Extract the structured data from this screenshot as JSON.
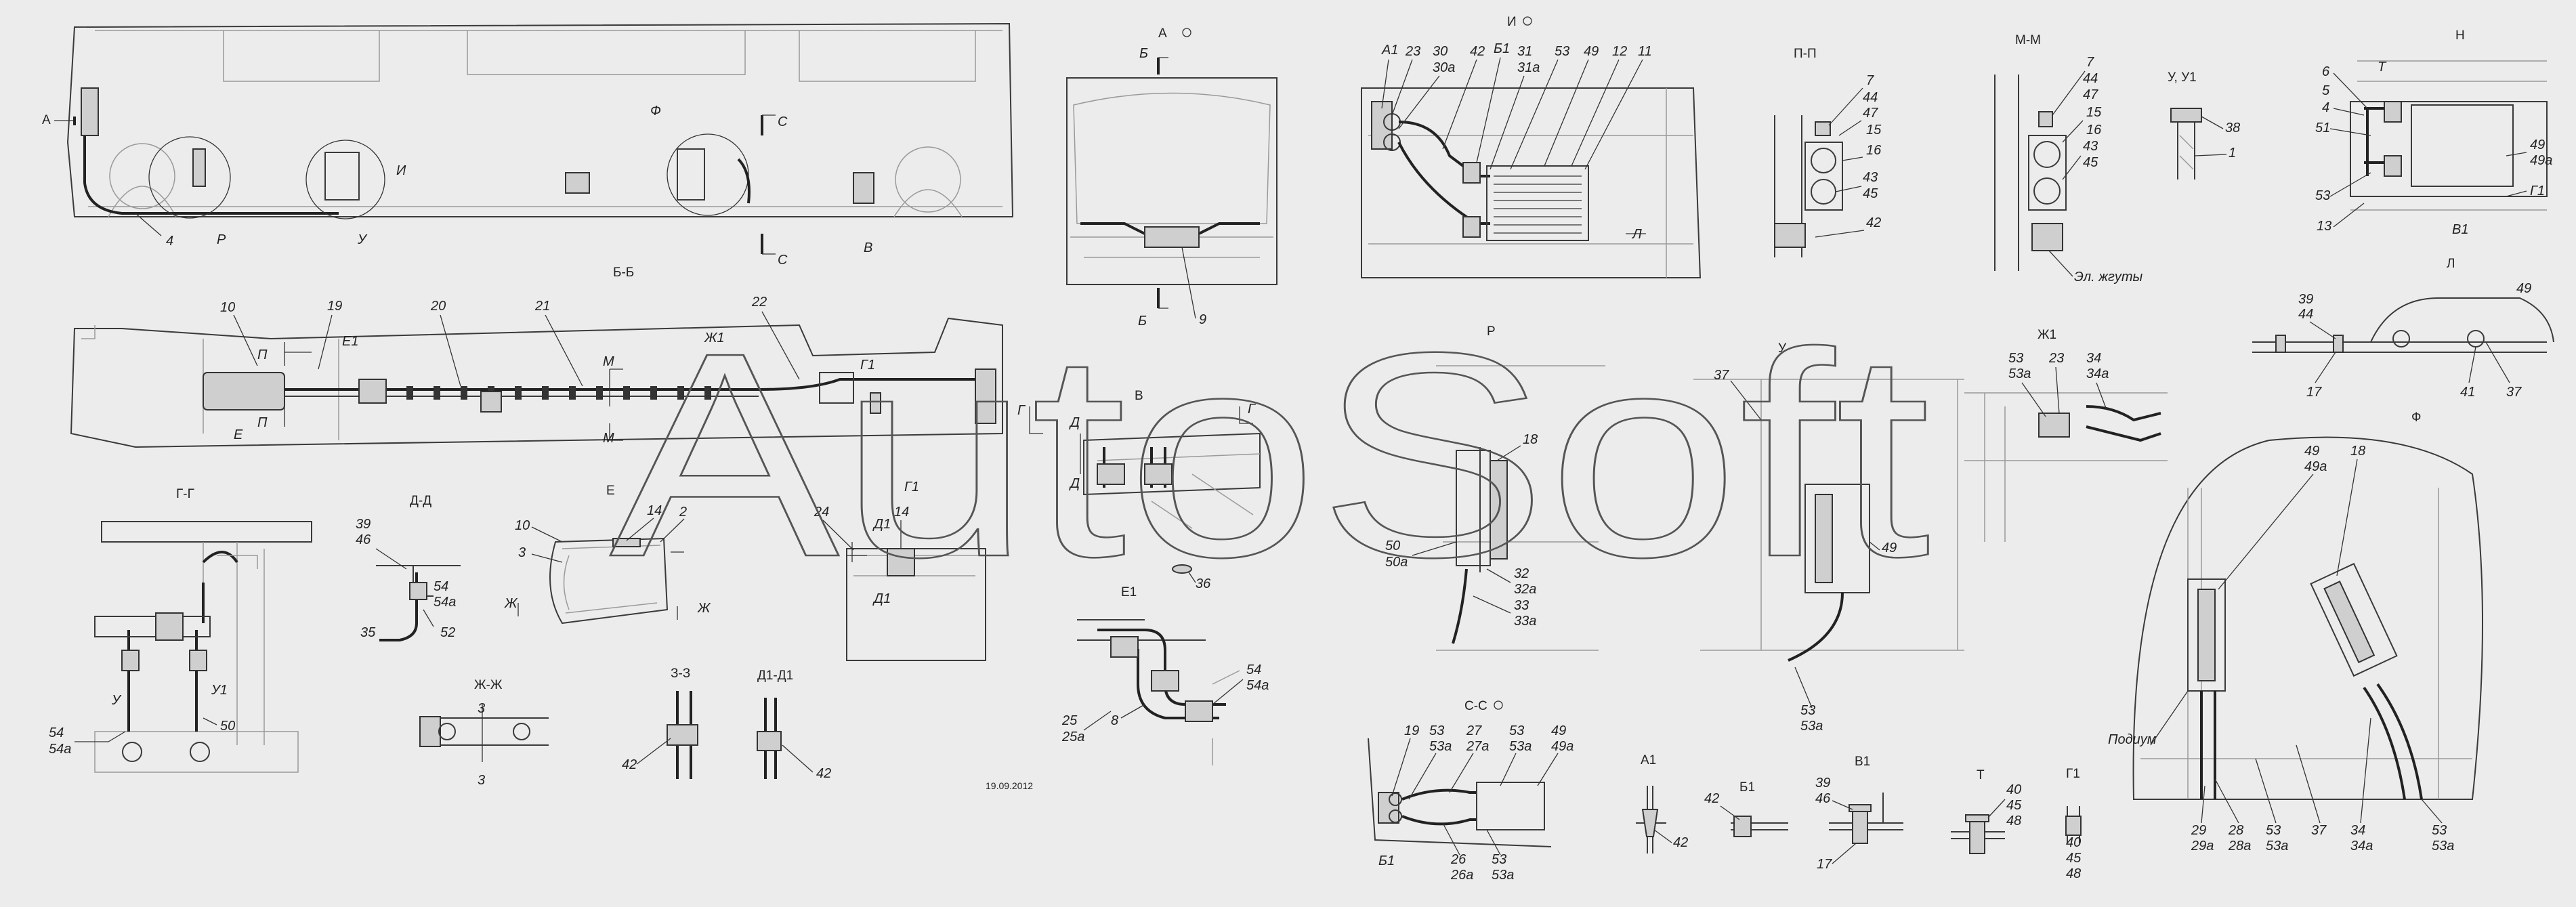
{
  "watermark": "AutoSoft",
  "date": "19.09.2012",
  "section_titles": {
    "a_view": "А",
    "bb": "Б-Б",
    "gg": "Г-Г",
    "dd": "Д-Д",
    "e": "Е",
    "zhzh": "Ж-Ж",
    "zz": "З-З",
    "d1d1": "Д1-Д1",
    "e1": "Е1",
    "i": "И",
    "r": "Р",
    "u": "У",
    "cc": "С-С",
    "pp": "П-П",
    "mm": "М-М",
    "uu1": "У, У1",
    "n": "Н",
    "l": "Л",
    "zh1": "Ж1",
    "f": "Ф",
    "a1": "А1",
    "b1": "Б1",
    "v1": "В1",
    "t": "Т",
    "g1": "Г1"
  },
  "callouts": {
    "top": [
      "А",
      "Р",
      "У",
      "И",
      "Ф",
      "С",
      "С",
      "В",
      "4"
    ],
    "bb": [
      "10",
      "19",
      "20",
      "21",
      "22",
      "П",
      "П",
      "Е1",
      "М",
      "М",
      "Ж1",
      "Г1",
      "Е",
      "Г"
    ],
    "gg": [
      "У",
      "У1",
      "54",
      "54а",
      "50"
    ],
    "dd": [
      "39",
      "46",
      "54",
      "54а",
      "35",
      "52"
    ],
    "e": [
      "10",
      "3",
      "14",
      "2",
      "Ж",
      "Ж"
    ],
    "zhzh": [
      "3",
      "3"
    ],
    "zz": [
      "42"
    ],
    "d1d1": [
      "42"
    ],
    "g1area": [
      "24",
      "Д1",
      "Д1",
      "14",
      "Г1"
    ],
    "a_view": [
      "Б",
      "Б",
      "9"
    ],
    "v_view": [
      "В",
      "Г",
      "Д",
      "Д",
      "36"
    ],
    "e1": [
      "25",
      "25а",
      "8",
      "54",
      "54а"
    ],
    "i": [
      "А1",
      "23",
      "30",
      "30а",
      "42",
      "Б1",
      "31",
      "31а",
      "53",
      "49",
      "12",
      "11",
      "Л"
    ],
    "r": [
      "18",
      "50",
      "50а",
      "32",
      "32а",
      "33",
      "33а"
    ],
    "u": [
      "37",
      "49",
      "53",
      "53а"
    ],
    "cc": [
      "19",
      "53",
      "53а",
      "27",
      "27а",
      "53",
      "53а",
      "49",
      "49а",
      "Б1",
      "26",
      "26а",
      "53",
      "53а"
    ],
    "pp": [
      "7",
      "44",
      "47",
      "15",
      "16",
      "43",
      "45",
      "42"
    ],
    "mm": [
      "7",
      "44",
      "47",
      "15",
      "16",
      "43",
      "45",
      "Эл. жгуты"
    ],
    "uu1": [
      "38",
      "1"
    ],
    "n": [
      "Т",
      "6",
      "5",
      "4",
      "51",
      "49",
      "49а",
      "53",
      "Г1",
      "В1",
      "13"
    ],
    "l": [
      "39",
      "44",
      "49",
      "17",
      "41",
      "37"
    ],
    "zh1": [
      "53",
      "53а",
      "23",
      "34",
      "34а"
    ],
    "f": [
      "49",
      "49а",
      "18",
      "Подиум",
      "29",
      "29а",
      "28",
      "28а",
      "53",
      "53а",
      "37",
      "34",
      "34а",
      "53",
      "53а"
    ],
    "a1": [
      "42"
    ],
    "b1": [
      "42"
    ],
    "v1": [
      "39",
      "46",
      "17"
    ],
    "t": [
      "40",
      "45",
      "48"
    ],
    "g1": [
      "40",
      "45",
      "48"
    ]
  }
}
